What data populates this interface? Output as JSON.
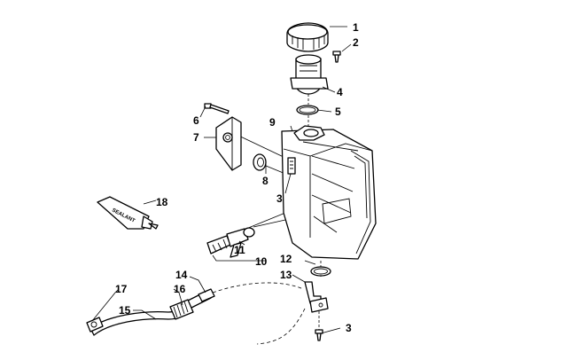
{
  "diagram": {
    "callouts": [
      {
        "id": "c1",
        "label": "1"
      },
      {
        "id": "c2",
        "label": "2"
      },
      {
        "id": "c3a",
        "label": "3"
      },
      {
        "id": "c3b",
        "label": "3"
      },
      {
        "id": "c4",
        "label": "4"
      },
      {
        "id": "c5",
        "label": "5"
      },
      {
        "id": "c6",
        "label": "6"
      },
      {
        "id": "c7",
        "label": "7"
      },
      {
        "id": "c8",
        "label": "8"
      },
      {
        "id": "c9",
        "label": "9"
      },
      {
        "id": "c10",
        "label": "10"
      },
      {
        "id": "c11",
        "label": "11"
      },
      {
        "id": "c12",
        "label": "12"
      },
      {
        "id": "c13",
        "label": "13"
      },
      {
        "id": "c14",
        "label": "14"
      },
      {
        "id": "c15",
        "label": "15"
      },
      {
        "id": "c16",
        "label": "16"
      },
      {
        "id": "c17",
        "label": "17"
      },
      {
        "id": "c18",
        "label": "18"
      }
    ],
    "sealant_text": "SEALANT"
  }
}
